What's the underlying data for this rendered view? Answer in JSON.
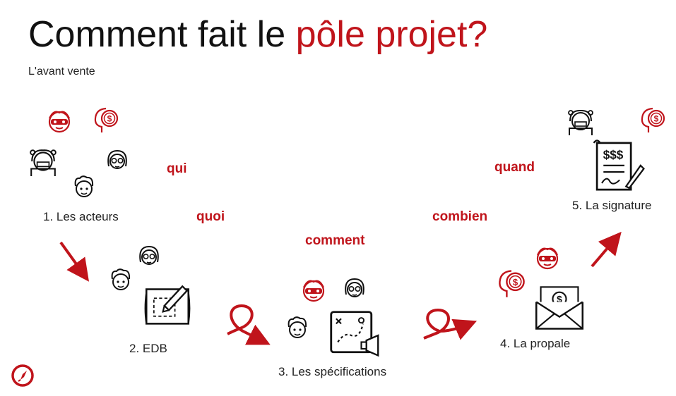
{
  "title": {
    "main": "Comment fait le ",
    "accent": "pôle projet?"
  },
  "subtitle": "L'avant vente",
  "steps": {
    "s1": "1. Les acteurs",
    "s2": "2. EDB",
    "s3": "3. Les spécifications",
    "s4": "4. La propale",
    "s5": "5. La signature"
  },
  "keywords": {
    "qui": "qui",
    "quoi": "quoi",
    "comment": "comment",
    "combien": "combien",
    "quand": "quand"
  },
  "colors": {
    "accent": "#c0141b",
    "ink": "#111111"
  },
  "icons": [
    "hero-mask-icon",
    "money-head-icon",
    "girl-face-icon",
    "woman-glasses-icon",
    "curly-man-icon",
    "blueprint-icon",
    "strategy-board-icon",
    "money-envelope-icon",
    "contract-icon",
    "compass-logo-icon"
  ]
}
